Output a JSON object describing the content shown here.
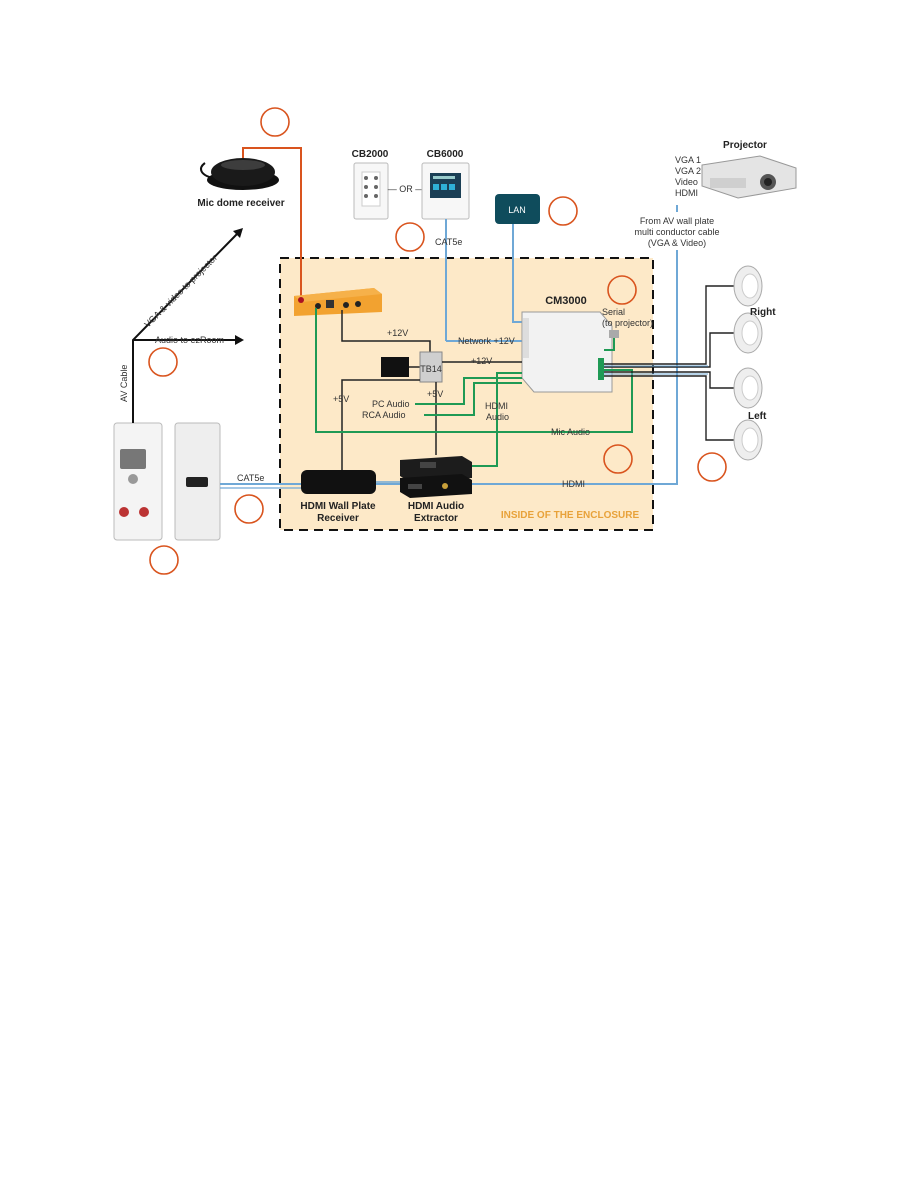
{
  "labels": {
    "mic_dome": "Mic dome receiver",
    "cb2000": "CB2000",
    "cb6000": "CB6000",
    "or": "— OR —",
    "cat5e_top": "CAT5e",
    "lan": "LAN",
    "projector": "Projector",
    "projector_inputs": [
      "VGA 1",
      "VGA 2",
      "Video",
      "HDMI"
    ],
    "from_av_plate": [
      "From AV wall plate",
      "multi conductor cable",
      "(VGA & Video)"
    ],
    "cm3000": "CM3000",
    "serial": [
      "Serial",
      "(to projector)"
    ],
    "network_12v": "Network +12V",
    "plus12v_a": "+12V",
    "plus12v_b": "+12V",
    "tb14": "TB14",
    "plus5v_a": "+5V",
    "plus5v_b": "+5V",
    "pc_audio": "PC Audio",
    "rca_audio": "RCA Audio",
    "hdmi_audio": [
      "HDMI",
      "Audio"
    ],
    "mic_audio": "Mic Audio",
    "hdmi": "HDMI",
    "cat5e_bottom": "CAT5e",
    "hdmi_wall_plate_receiver": [
      "HDMI Wall Plate",
      "Receiver"
    ],
    "hdmi_audio_extractor": [
      "HDMI Audio",
      "Extractor"
    ],
    "inside_enclosure": "INSIDE OF THE ENCLOSURE",
    "right": "Right",
    "left": "Left",
    "vga_video_to_projector": "VGA & video to projector",
    "audio_to_ezroom": "Audio to ezRoom",
    "av_cable": "AV Cable"
  },
  "colors": {
    "enclosure_fill": "#fde9c8",
    "mic_line": "#d9541e",
    "blue_line": "#6fa8d6",
    "green_line": "#1f9a55",
    "black_line": "#222222",
    "callout": "#d9541e",
    "enclosure_label": "#e8a23a",
    "lan_box": "#0f4c5c"
  }
}
